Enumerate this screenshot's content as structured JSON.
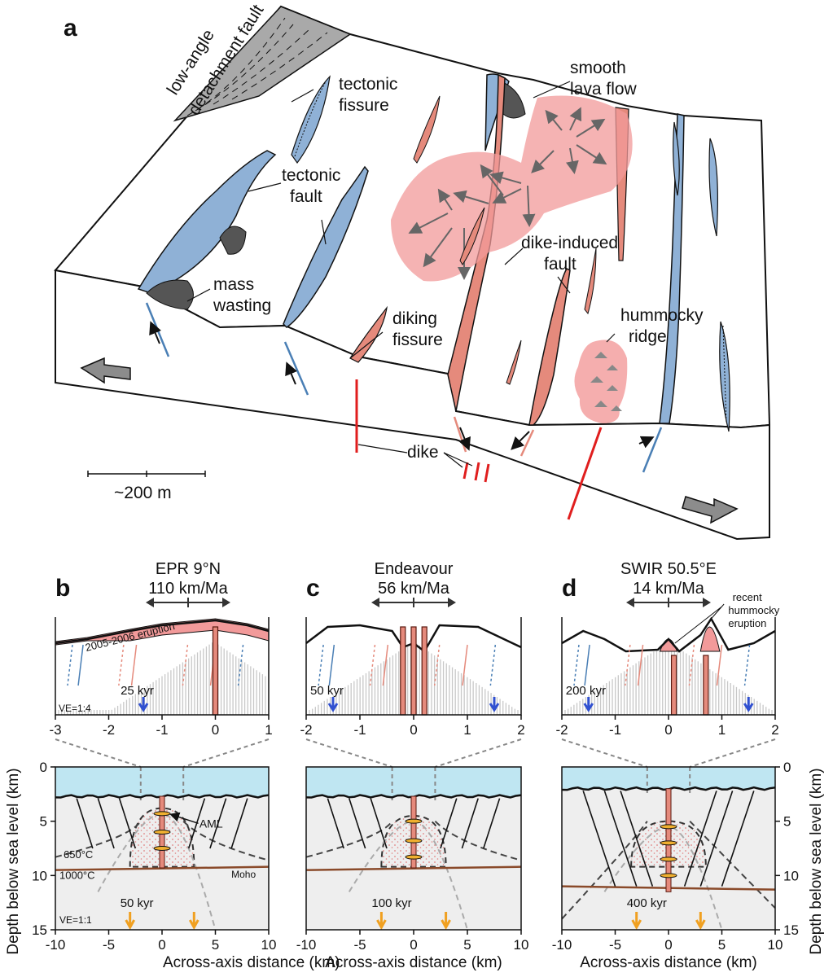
{
  "panel_a": {
    "letter": "a",
    "labels": {
      "detachment_1": "low-angle",
      "detachment_2": "detachment fault",
      "tectonic_fissure_1": "tectonic",
      "tectonic_fissure_2": "fissure",
      "tectonic_fault_1": "tectonic",
      "tectonic_fault_2": "fault",
      "mass_wasting_1": "mass",
      "mass_wasting_2": "wasting",
      "diking_fissure_1": "diking",
      "diking_fissure_2": "fissure",
      "smooth_lava_1": "smooth",
      "smooth_lava_2": "lava flow",
      "dike_fault_1": "dike-induced",
      "dike_fault_2": "fault",
      "hummocky_1": "hummocky",
      "hummocky_2": "ridge",
      "dike": "dike",
      "scale": "~200 m"
    },
    "colors": {
      "blue": "#8fb1d6",
      "red": "#e58a7c",
      "lava": "#f29a9a",
      "gray": "#a9a9a9",
      "dike_red": "#e01e1e"
    }
  },
  "panels": [
    {
      "letter": "b",
      "site": "EPR 9°N",
      "rate": "110 km/Ma",
      "eruption_label": "2005-2006 eruption",
      "top_ticks": [
        "-3",
        "-2",
        "-1",
        "0",
        "1"
      ],
      "age_top": "25 kyr",
      "ve_top": "VE=1:4",
      "age_bottom": "50 kyr",
      "ve_bottom": "VE=1:1",
      "aml_label": "AML",
      "iso_650": "650°C",
      "iso_1000": "1000°C",
      "moho_label": "Moho"
    },
    {
      "letter": "c",
      "site": "Endeavour",
      "rate": "56 km/Ma",
      "top_ticks": [
        "-2",
        "-1",
        "0",
        "1",
        "2"
      ],
      "age_top": "50 kyr",
      "age_bottom": "100 kyr"
    },
    {
      "letter": "d",
      "site": "SWIR 50.5°E",
      "rate": "14 km/Ma",
      "note_1": "recent",
      "note_2": "hummocky",
      "note_3": "eruption",
      "top_ticks": [
        "-2",
        "-1",
        "0",
        "1",
        "2"
      ],
      "age_top": "200 kyr",
      "age_bottom": "400 kyr"
    }
  ],
  "bottom_axes": {
    "x_ticks": [
      "-10",
      "-5",
      "0",
      "5",
      "10"
    ],
    "y_ticks": [
      "0",
      "5",
      "10",
      "15"
    ],
    "xlabel": "Across-axis distance (km)",
    "ylabel": "Depth below sea level (km)"
  }
}
